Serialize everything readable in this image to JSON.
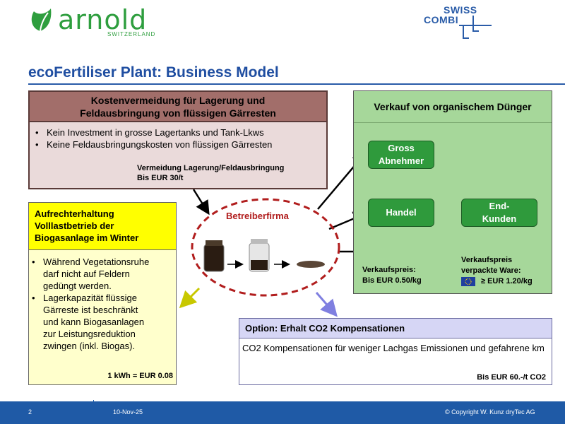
{
  "logos": {
    "arnold_word": "arnold",
    "arnold_sub": "SWITZERLAND",
    "swisscombi_line1": "SWISS",
    "swisscombi_line2": "COMBI",
    "brand_green": "#2e9e3e",
    "brand_blue": "#2a5ca8"
  },
  "title": "ecoFertiliser Plant: Business Model",
  "cost_box": {
    "heading_line1": "Kostenvermeidung für Lagerung und",
    "heading_line2": "Feldausbringung von flüssigen Gärresten",
    "bullets": [
      "Kein Investment in grosse Lagertanks und Tank-Lkws",
      "Keine Feldausbringungskosten von flüssigen Gärresten"
    ],
    "note_line1": "Vermeidung Lagerung/Feldausbringung",
    "note_line2": "Bis EUR 30/t"
  },
  "winter_box": {
    "heading_lines": [
      "Aufrechterhaltung",
      "Volllastbetrieb der",
      "Biogasanlage im Winter"
    ],
    "bullets": [
      [
        "Während Vegetationsruhe",
        "darf nicht auf Feldern",
        "gedüngt werden."
      ],
      [
        "Lagerkapazität flüssige",
        "Gärreste ist beschränkt",
        "und kann Biogasanlagen",
        "zur Leistungsreduktion",
        "zwingen (inkl. Biogas)."
      ]
    ],
    "note": "1 kWh = EUR 0.08"
  },
  "operator": {
    "label": "Betreiberfirma"
  },
  "sales_box": {
    "heading": "Verkauf von organischem Dünger",
    "gross_line1": "Gross",
    "gross_line2": "Abnehmer",
    "handel": "Handel",
    "end_line1": "End-",
    "end_line2": "Kunden",
    "price1_line1": "Verkaufspreis:",
    "price1_line2": "Bis EUR 0.50/kg",
    "price2_line1": "Verkaufspreis",
    "price2_line2": "verpackte Ware:",
    "price2_line3": "≥ EUR 1.20/kg",
    "flag_icon": "eu-flag-icon"
  },
  "co2_box": {
    "heading": "Option: Erhalt CO2 Kompensationen",
    "text": "CO2 Kompensationen für weniger Lachgas Emissionen und gefahrene km",
    "note": "Bis EUR 60.-/t CO2"
  },
  "footer": {
    "page": "2",
    "date": "10-Nov-25",
    "copyright": "© Copyright W. Kunz dryTec AG"
  },
  "colors": {
    "title_blue": "#1f4ea1",
    "brown": "#a26e6a",
    "brown_light": "#eadada",
    "yellow": "#ffff00",
    "yellow_light": "#ffffcc",
    "green_panel": "#a6d79a",
    "green_button": "#2f9a3c",
    "purple_light": "#d6d6f5",
    "ellipse_red": "#b11d1d",
    "footer_blue": "#1f5aa6"
  }
}
